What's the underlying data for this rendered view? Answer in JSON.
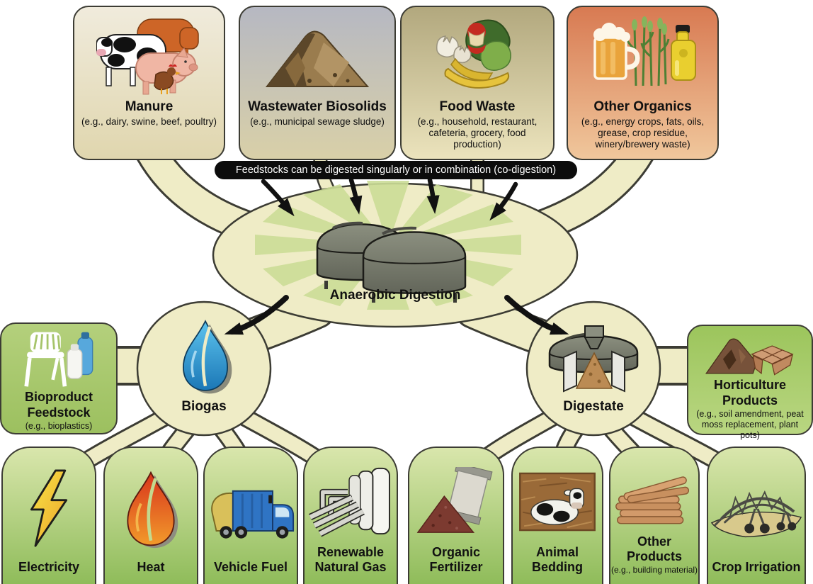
{
  "feedstocks": [
    {
      "title": "Manure",
      "subtitle": "(e.g., dairy, swine, beef, poultry)",
      "icon": "livestock-icon"
    },
    {
      "title": "Wastewater Biosolids",
      "subtitle": "(e.g., municipal sewage sludge)",
      "icon": "sludge-pile-icon"
    },
    {
      "title": "Food Waste",
      "subtitle": "(e.g., household, restaurant, cafeteria, grocery, food production)",
      "icon": "food-scraps-icon"
    },
    {
      "title": "Other Organics",
      "subtitle": "(e.g., energy crops, fats, oils, grease, crop residue, winery/brewery waste)",
      "icon": "beer-crops-oil-icon"
    }
  ],
  "banner": {
    "text": "Feedstocks can be digested singularly or in combination (co-digestion)"
  },
  "process": {
    "label": "Anaerobic Digestion",
    "icon": "digester-tanks-icon"
  },
  "biogas": {
    "label": "Biogas",
    "icon": "gas-flame-icon"
  },
  "digestate": {
    "label": "Digestate",
    "icon": "digester-separator-icon"
  },
  "bioproduct_feedstock": {
    "title": "Bioproduct Feedstock",
    "subtitle": "(e.g., bioplastics)",
    "icon": "plastic-chair-bottles-icon"
  },
  "horticulture_products": {
    "title": "Horticulture Products",
    "subtitle": "(e.g., soil amendment, peat moss replacement, plant pots)",
    "icon": "soil-plant-pots-icon"
  },
  "biogas_products": [
    {
      "label": "Electricity",
      "icon": "lightning-bolt-icon"
    },
    {
      "label": "Heat",
      "icon": "flame-icon"
    },
    {
      "label": "Vehicle Fuel",
      "icon": "garbage-truck-icon"
    },
    {
      "label": "Renewable Natural Gas",
      "icon": "gas-pipes-icon"
    }
  ],
  "digestate_products": [
    {
      "label": "Organic Fertilizer",
      "icon": "fertilizer-bag-icon"
    },
    {
      "label": "Animal Bedding",
      "icon": "cow-bedding-icon"
    },
    {
      "label": "Other Products",
      "subtitle": "(e.g., building material)",
      "icon": "lumber-icon"
    },
    {
      "label": "Crop Irrigation",
      "icon": "pivot-irrigation-icon"
    }
  ],
  "colors": {
    "pale_yellow_blob": "#efecc6",
    "outline": "#3c3c34",
    "green_box_top": "#d9e6ac",
    "green_box_bottom": "#8fbc5a",
    "side_green": "#a7c96b",
    "banner_bg": "#0c0c0c",
    "banner_text": "#ffffff",
    "biogas_flame_blue": "#2b9cd8",
    "heat_flame_orange": "#e8442a",
    "ray_green": "#ccdd97",
    "tank_gray": "#7d8171"
  }
}
